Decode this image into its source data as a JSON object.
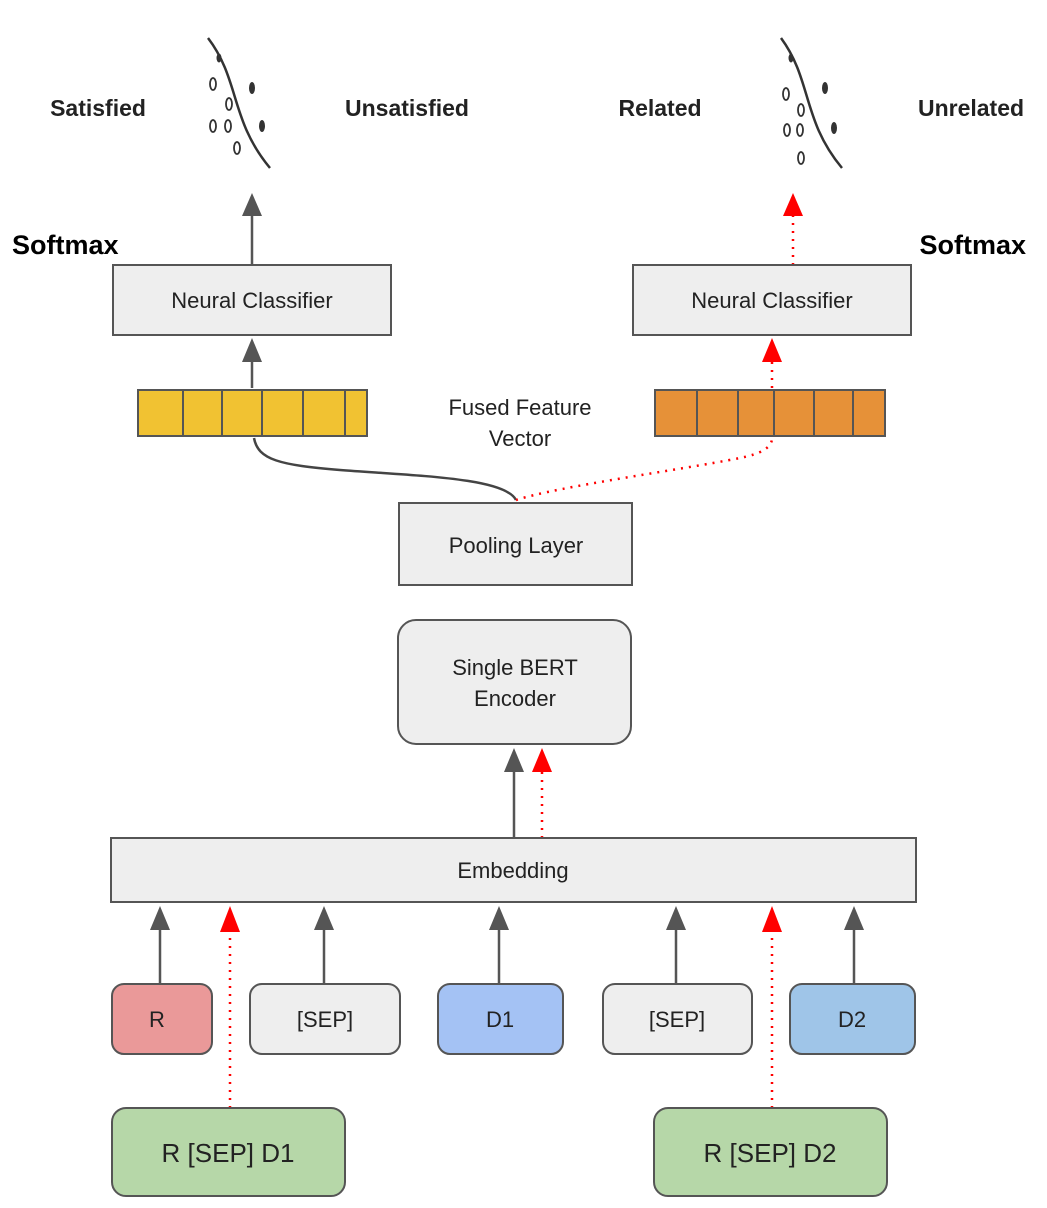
{
  "top_labels": {
    "satisfied": "Satisfied",
    "unsatisfied": "Unsatisfied",
    "related": "Related",
    "unrelated": "Unrelated"
  },
  "softmax": {
    "left": "Softmax",
    "right": "Softmax"
  },
  "classifier": {
    "left": "Neural Classifier",
    "right": "Neural Classifier"
  },
  "feature_vector_label": {
    "line1": "Fused Feature",
    "line2": "Vector"
  },
  "pooling": "Pooling Layer",
  "encoder": {
    "line1": "Single BERT",
    "line2": "Encoder"
  },
  "embedding": "Embedding",
  "tokens": {
    "r": "R",
    "sep1": "[SEP]",
    "d1": "D1",
    "sep2": "[SEP]",
    "d2": "D2"
  },
  "inputs": {
    "pair1": "R [SEP] D1",
    "pair2": "R [SEP] D2"
  },
  "colors": {
    "gray_box": "#eeeeee",
    "r_token": "#ea9999",
    "d1_token": "#a4c2f4",
    "d2_token": "#9fc5e8",
    "input_pair": "#b6d7a8",
    "vector_left": "#f1c232",
    "vector_right": "#e69138",
    "arrow_gray": "#555555",
    "arrow_red": "#ff0000"
  }
}
